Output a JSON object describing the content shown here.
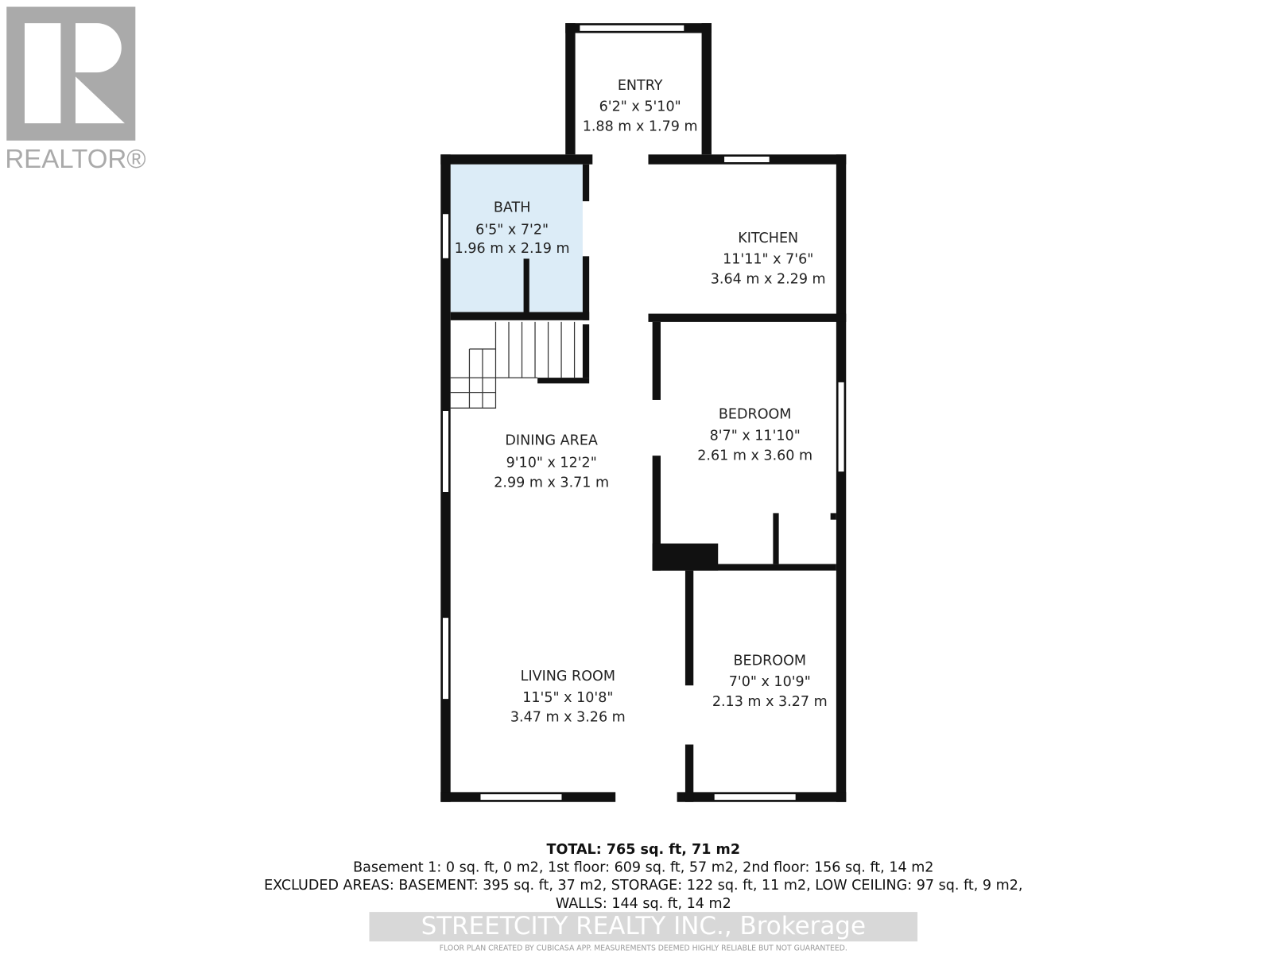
{
  "logo": {
    "text": "REALTOR®"
  },
  "rooms": [
    {
      "name": "ENTRY",
      "imperial": "6'2\" x 5'10\"",
      "metric": "1.88 m x 1.79 m"
    },
    {
      "name": "BATH",
      "imperial": "6'5\" x 7'2\"",
      "metric": "1.96 m x 2.19 m"
    },
    {
      "name": "KITCHEN",
      "imperial": "11'11\" x 7'6\"",
      "metric": "3.64 m x 2.29 m"
    },
    {
      "name": "BEDROOM",
      "imperial": "8'7\" x 11'10\"",
      "metric": "2.61 m x 3.60 m"
    },
    {
      "name": "DINING AREA",
      "imperial": "9'10\" x 12'2\"",
      "metric": "2.99 m x 3.71 m"
    },
    {
      "name": "LIVING ROOM",
      "imperial": "11'5\" x 10'8\"",
      "metric": "3.47 m x 3.26 m"
    },
    {
      "name": "BEDROOM",
      "imperial": "7'0\" x 10'9\"",
      "metric": "2.13 m x 3.27 m"
    }
  ],
  "colors": {
    "bath_fill": "#dcecf7",
    "wall": "#111111"
  },
  "summary": {
    "total": "TOTAL: 765 sq. ft, 71 m2",
    "floors": "Basement 1: 0 sq. ft, 0 m2, 1st floor: 609 sq. ft, 57 m2, 2nd floor: 156 sq. ft, 14 m2",
    "excluded": "EXCLUDED AREAS: BASEMENT: 395 sq. ft, 37 m2, STORAGE: 122 sq. ft, 11 m2, LOW CEILING: 97 sq. ft, 9 m2,",
    "walls": "WALLS: 144 sq. ft, 14 m2"
  },
  "watermark": "STREETCITY REALTY INC., Brokerage",
  "disclaimer": "FLOOR PLAN CREATED BY CUBICASA APP. MEASUREMENTS DEEMED HIGHLY RELIABLE BUT NOT GUARANTEED."
}
